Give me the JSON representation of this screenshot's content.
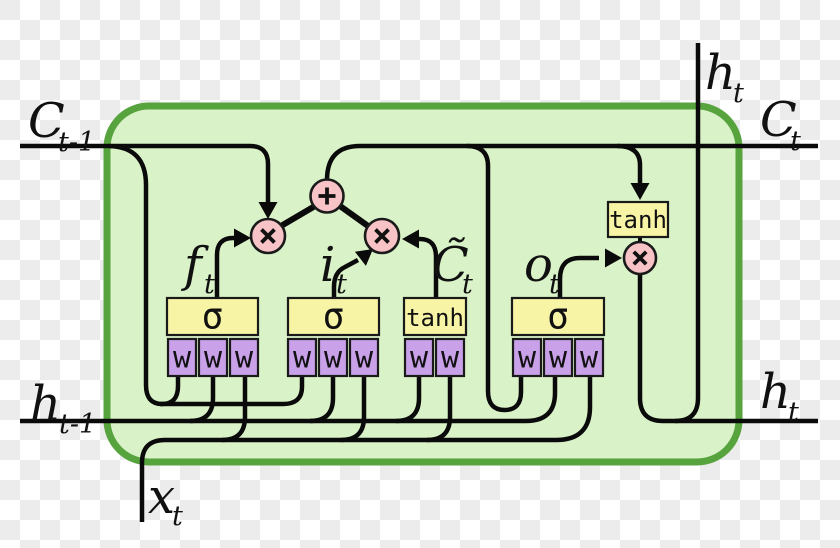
{
  "background": {
    "checker_light": "#ffffff",
    "checker_dark": "#ececec"
  },
  "colors": {
    "cell_fill": "#d9f2c7",
    "cell_border": "#57a43e",
    "gate_fill": "#f8f4a6",
    "weight_fill": "#c9a1e9",
    "operator_fill": "#f7c3c6",
    "wire": "#0a0a0a"
  },
  "labels": {
    "cell_prev": {
      "base": "C",
      "sub": "t-1"
    },
    "cell_next": {
      "base": "C",
      "sub": "t"
    },
    "hidden_prev": {
      "base": "h",
      "sub": "t-1"
    },
    "hidden_next_top": {
      "base": "h",
      "sub": "t"
    },
    "hidden_next_right": {
      "base": "h",
      "sub": "t"
    },
    "input_vec": {
      "base": "x",
      "sub": "t"
    }
  },
  "gates": {
    "forget": {
      "signal": "f",
      "signal_sub": "t",
      "activation": "σ",
      "weights": [
        "w",
        "w",
        "w"
      ]
    },
    "input": {
      "signal": "i",
      "signal_sub": "t",
      "activation": "σ",
      "weights": [
        "w",
        "w",
        "w"
      ]
    },
    "candidate": {
      "signal": "C̃",
      "signal_sub": "t",
      "activation": "tanh",
      "weights": [
        "w",
        "w"
      ]
    },
    "output": {
      "signal": "o",
      "signal_sub": "t",
      "activation": "σ",
      "weights": [
        "w",
        "w",
        "w"
      ]
    }
  },
  "output_activation": "tanh",
  "operators": {
    "multiply": "×",
    "add": "+"
  }
}
